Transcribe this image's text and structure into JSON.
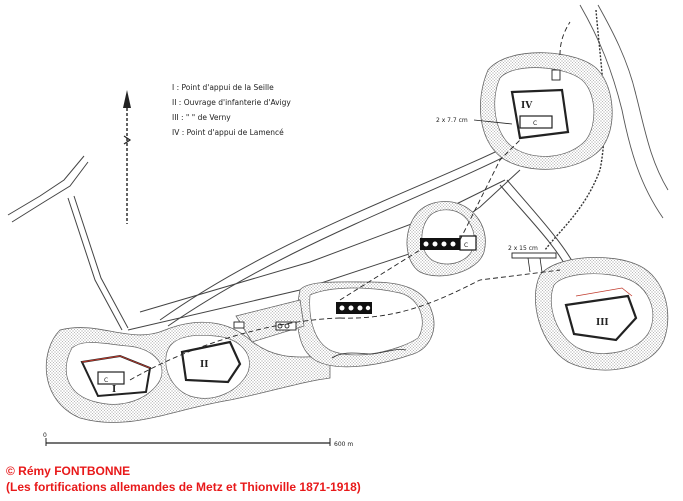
{
  "legend": {
    "items": [
      "I : Point d'appui de la Seille",
      "II : Ouvrage d'infanterie d'Avigy",
      "III :          \"          \"          de Verny",
      "IV : Point d'appui de Lamencé"
    ]
  },
  "fort_labels": {
    "I": "I",
    "II": "II",
    "III": "III",
    "IV": "IV"
  },
  "battery_labels": {
    "iv_guns": "2 x 7.7 cm",
    "iii_guns": "2 x 15 cm",
    "c": "C"
  },
  "scale": {
    "start": "0",
    "end": "600 m"
  },
  "credit": {
    "line1": "© Rémy FONTBONNE",
    "line2": "(Les fortifications allemandes de Metz et Thionville 1871-1918)"
  },
  "colors": {
    "credit": "#e8191a",
    "lines": "#222222",
    "hatch": "#777777",
    "red_detail": "#c0392b"
  }
}
